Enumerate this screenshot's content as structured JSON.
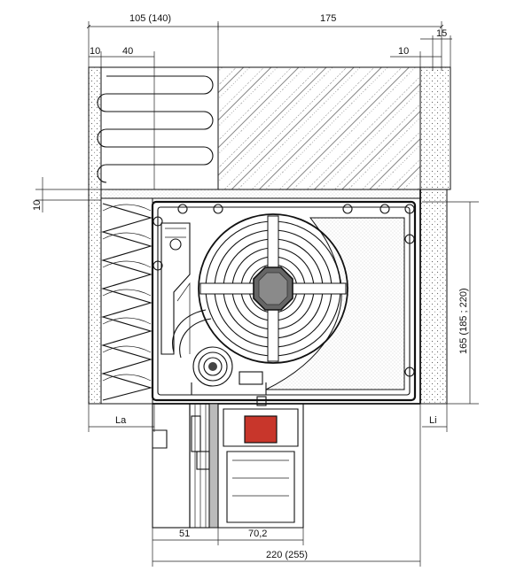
{
  "dimensions": {
    "top_left_total": "105 (140)",
    "top_right_total": "175",
    "top_small_left": "10",
    "top_insulation": "40",
    "top_small_right": "10",
    "top_far_right": "15",
    "left_vertical": "10",
    "right_vertical": "165 (185 ; 220)",
    "label_la": "La",
    "label_li": "Li",
    "bottom_left": "51",
    "bottom_mid": "70,2",
    "bottom_total": "220 (255)"
  },
  "colors": {
    "line": "#111111",
    "accent_red": "#c8362b",
    "fill_dots": "#777777"
  }
}
